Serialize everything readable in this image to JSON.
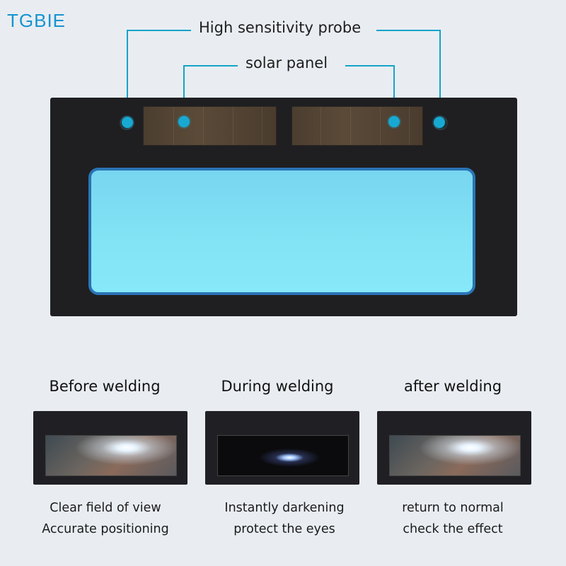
{
  "brand": "TGBIE",
  "callouts": {
    "probe_label": "High sensitivity probe",
    "solar_label": "solar panel"
  },
  "colors": {
    "accent": "#15a3c9",
    "background": "#e9edf2",
    "frame": "#1f1f22",
    "lens": "#82e4f5"
  },
  "stages": [
    {
      "title": "Before welding",
      "line1": "Clear field of view",
      "line2": "Accurate positioning"
    },
    {
      "title": "During welding",
      "line1": "Instantly darkening",
      "line2": "protect the eyes"
    },
    {
      "title": "after welding",
      "line1": "return to normal",
      "line2": "check the effect"
    }
  ]
}
